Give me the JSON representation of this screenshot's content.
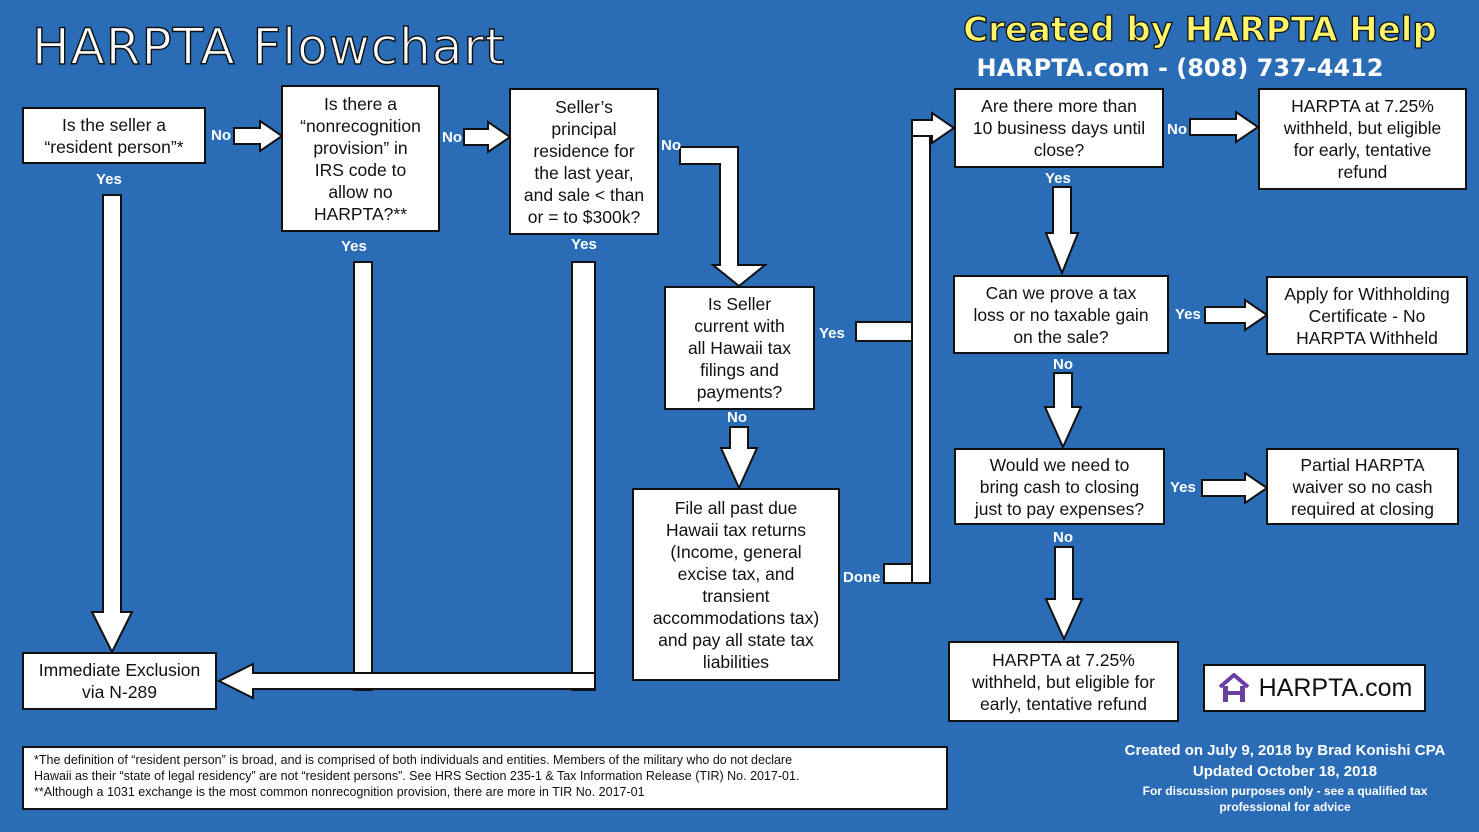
{
  "header": {
    "title": "HARPTA Flowchart",
    "credit": "Created by HARPTA Help",
    "contact": "HARPTA.com  - (808) 737-4412"
  },
  "nodes": {
    "resident": "Is the seller a\n“resident person”*",
    "nonrecognition": "Is there a\n“nonrecognition\nprovision” in\nIRS code to\nallow no\nHARPTA?**",
    "principal_residence": "Seller’s\nprincipal\nresidence for\nthe last year,\nand sale < than\nor = to $300k?",
    "current_tax": "Is Seller\ncurrent with\nall Hawaii tax\nfilings and\npayments?",
    "file_returns": "File all past due\nHawaii tax returns\n(Income, general\nexcise tax, and\ntransient\naccommodations tax)\nand pay all state tax\nliabilities",
    "exclusion": "Immediate Exclusion\nvia N-289",
    "business_days": "Are there more than\n10 business days until\nclose?",
    "withheld_top": "HARPTA at 7.25%\nwithheld, but eligible\nfor early, tentative\nrefund",
    "tax_loss": "Can we prove a tax\nloss or no taxable gain\non the sale?",
    "withholding_cert": "Apply for Withholding\nCertificate - No\nHARPTA Withheld",
    "bring_cash": "Would we need to\nbring cash to closing\njust to pay expenses?",
    "partial_waiver": "Partial HARPTA\nwaiver so no cash\nrequired at closing",
    "withheld_bottom": "HARPTA at 7.25%\nwithheld, but eligible for\nearly, tentative refund"
  },
  "labels": {
    "resident_no": "No",
    "resident_yes": "Yes",
    "nonrecognition_no": "No",
    "nonrecognition_yes": "Yes",
    "principal_no": "No",
    "principal_yes": "Yes",
    "current_yes": "Yes",
    "current_no": "No",
    "file_done": "Done",
    "business_no": "No",
    "business_yes": "Yes",
    "taxloss_yes": "Yes",
    "taxloss_no": "No",
    "cash_yes": "Yes",
    "cash_no": "No"
  },
  "logo": {
    "text": "HARPTA.com",
    "icon": "house-logo-icon",
    "color": "#6a3fa0"
  },
  "footnotes": [
    "*The definition of “resident person” is broad, and is comprised of both individuals and entities.  Members of the military who do not declare",
    "Hawaii as their “state of legal residency” are not “resident persons”.  See HRS Section 235-1 & Tax Information Release (TIR) No. 2017-01.",
    "**Although a 1031 exchange is the most common nonrecognition provision, there are more in TIR No. 2017-01"
  ],
  "meta": {
    "created": "Created on July 9, 2018 by Brad Konishi CPA",
    "updated": "Updated October 18, 2018",
    "disclaimer_1": "For discussion purposes only - see a qualified tax",
    "disclaimer_2": "professional for advice"
  },
  "colors": {
    "background": "#2a6cb6",
    "credit_yellow": "#fff56b",
    "box_fill": "#ffffff",
    "outline": "#111111"
  }
}
